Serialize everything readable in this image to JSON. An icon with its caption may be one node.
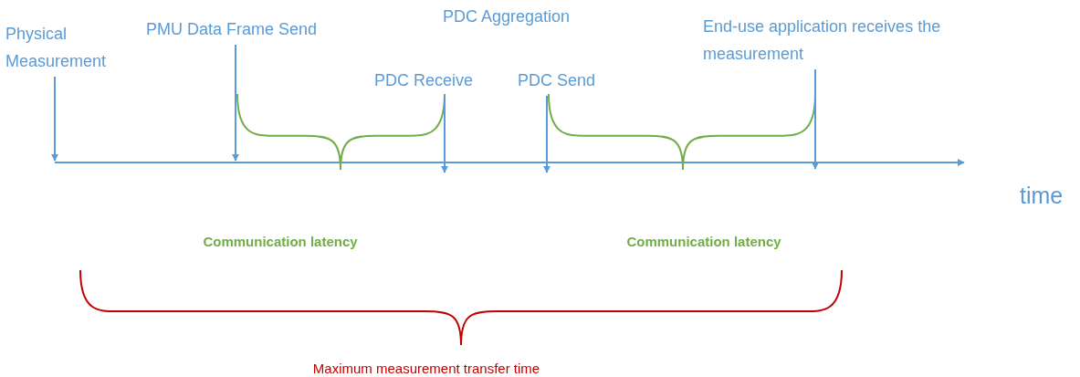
{
  "diagram": {
    "nodes": [
      {
        "text": [
          "Physical Measurement"
        ]
      },
      {
        "text": [
          "PMU Data Frame Send"
        ]
      },
      {
        "text": [
          "PDC Receive"
        ]
      },
      {
        "text": [
          "PDC Send"
        ]
      },
      {
        "text": [
          "End-use application receives the measurement"
        ]
      },
      {
        "text": [],
        "shape": "bar"
      }
    ],
    "edges": [
      {
        "from": 0,
        "to": 5,
        "arrow": "to"
      },
      {
        "from": 1,
        "to": 5,
        "arrow": "to"
      },
      {
        "from": 2,
        "to": 5,
        "arrow": "to"
      },
      {
        "from": 3,
        "to": 5,
        "arrow": "to"
      },
      {
        "from": 4,
        "to": 5,
        "arrow": "to"
      }
    ],
    "labels": [
      "PDC Aggregation",
      "time",
      "Communication latency",
      "Communication latency",
      "Maximum measurement transfer time"
    ]
  }
}
